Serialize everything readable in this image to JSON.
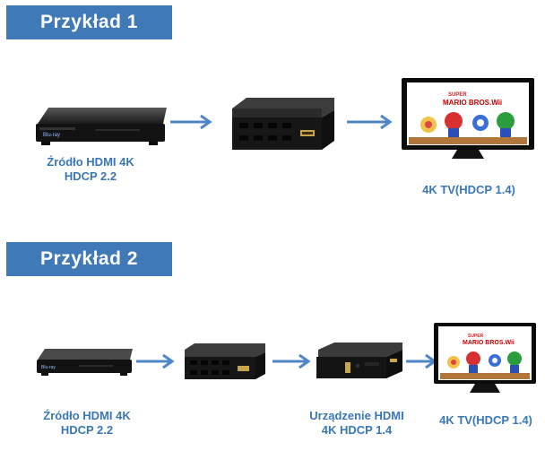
{
  "example1": {
    "label": "Przykład 1",
    "source_caption_line1": "Źródło HDMI 4K",
    "source_caption_line2": "HDCP 2.2",
    "tv_caption": "4K TV(HDCP 1.4)"
  },
  "example2": {
    "label": "Przykład 2",
    "source_caption_line1": "Źródło HDMI 4K",
    "source_caption_line2": "HDCP 2.2",
    "device_caption_line1": "Urządzenie HDMI",
    "device_caption_line2": "4K HDCP 1.4",
    "tv_caption": "4K TV(HDCP 1.4)"
  },
  "tv_screen": {
    "brand_small": "SUPER",
    "game_title": "MARIO BROS.Wii"
  },
  "colors": {
    "label_bg": "#3f79b7",
    "caption_text": "#3a78b5",
    "arrow": "#4f86c6",
    "device_dark": "#1b1b1b"
  },
  "icons": {
    "source": "blu-ray-player-icon",
    "converter": "hdmi-converter-box-icon",
    "hdmi_device": "hdmi-device-icon",
    "tv": "television-icon",
    "arrow": "right-arrow-icon"
  }
}
